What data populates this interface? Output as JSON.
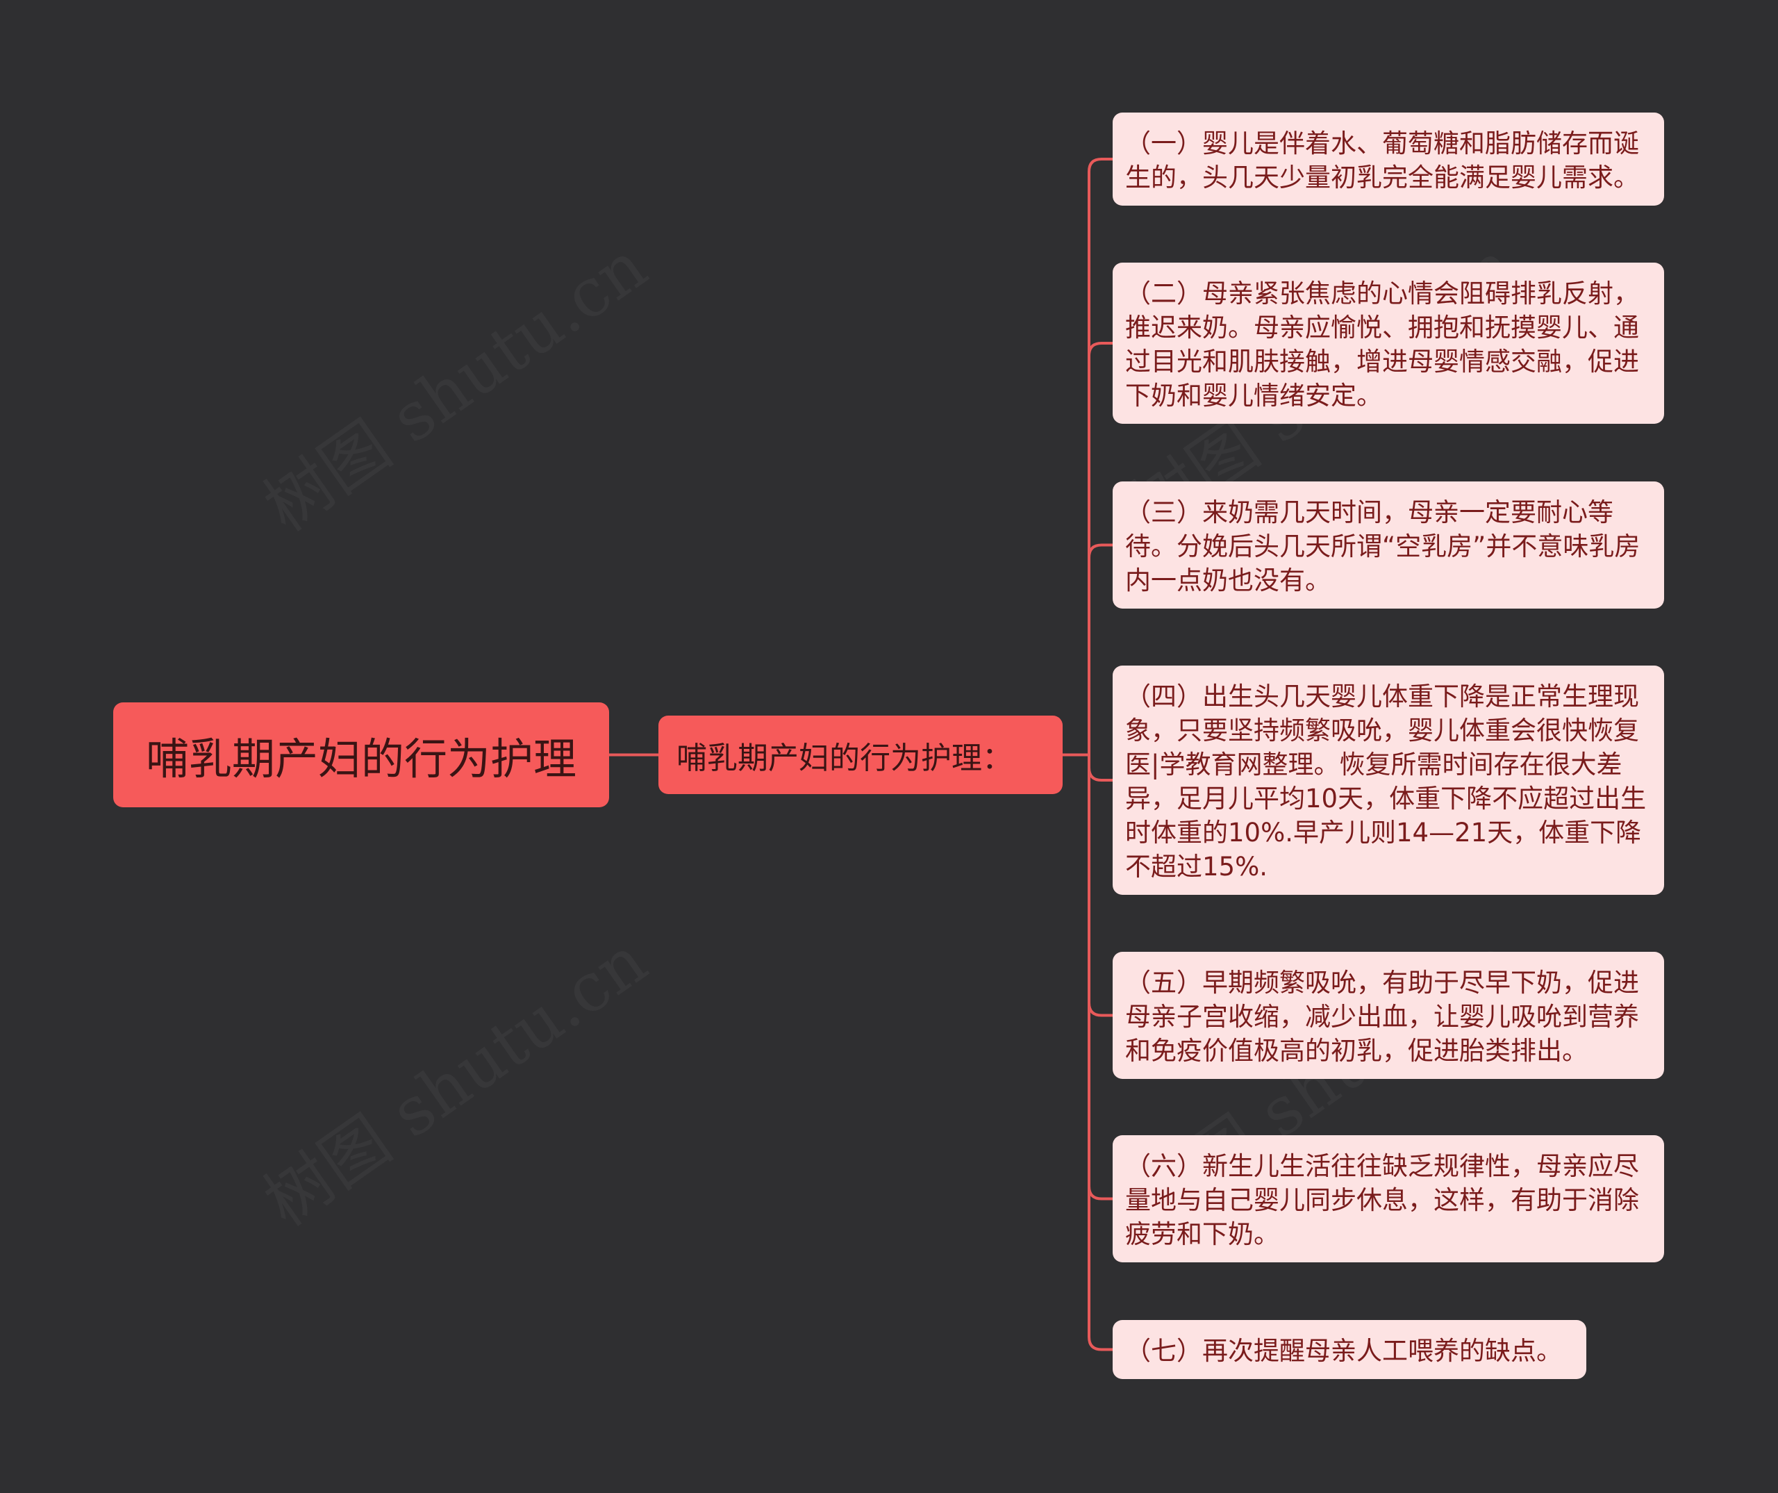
{
  "colors": {
    "background": "#2f2f31",
    "root_fill": "#f65a5a",
    "branch_fill": "#f65a5a",
    "leaf_fill": "#fde3e3",
    "connector": "#e85a5a",
    "leaf_text": "#7a1c1c"
  },
  "root": {
    "label": "哺乳期产妇的行为护理"
  },
  "branch": {
    "label": "哺乳期产妇的行为护理："
  },
  "leaves": [
    {
      "text": "（一）婴儿是伴着水、葡萄糖和脂肪储存而诞生的，头几天少量初乳完全能满足婴儿需求。"
    },
    {
      "text": "（二）母亲紧张焦虑的心情会阻碍排乳反射，推迟来奶。母亲应愉悦、拥抱和抚摸婴儿、通过目光和肌肤接触，增进母婴情感交融，促进下奶和婴儿情绪安定。"
    },
    {
      "text": "（三）来奶需几天时间，母亲一定要耐心等待。分娩后头几天所谓“空乳房”并不意味乳房内一点奶也没有。"
    },
    {
      "text": "（四）出生头几天婴儿体重下降是正常生理现象，只要坚持频繁吸吮，婴儿体重会很快恢复医|学教育网整理。恢复所需时间存在很大差异，足月儿平均10天，体重下降不应超过出生时体重的10%.早产儿则14—21天，体重下降不超过15%."
    },
    {
      "text": "（五）早期频繁吸吮，有助于尽早下奶，促进母亲子宫收缩，减少出血，让婴儿吸吮到营养和免疫价值极高的初乳，促进胎类排出。"
    },
    {
      "text": "（六）新生儿生活往往缺乏规律性，母亲应尽量地与自己婴儿同步休息，这样，有助于消除疲劳和下奶。"
    },
    {
      "text": "（七）再次提醒母亲人工喂养的缺点。"
    }
  ],
  "watermark": "树图 shutu.cn"
}
